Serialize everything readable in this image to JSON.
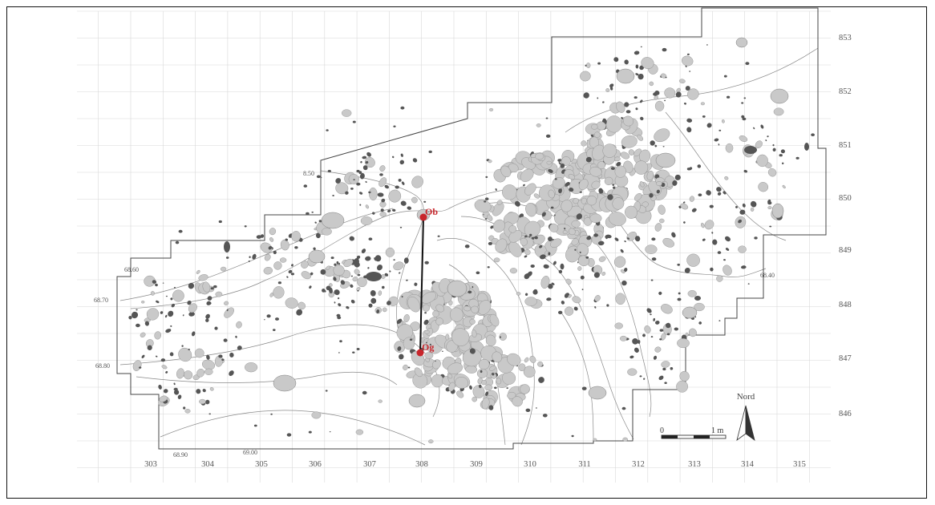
{
  "map": {
    "x_ticks": [
      "303",
      "304",
      "305",
      "306",
      "307",
      "308",
      "309",
      "310",
      "311",
      "312",
      "313",
      "314",
      "315"
    ],
    "y_ticks": [
      "853",
      "852",
      "851",
      "850",
      "849",
      "848",
      "847",
      "846"
    ],
    "contour_labels": [
      "8.50",
      "68.60",
      "68.70",
      "68.80",
      "68.90",
      "69.00",
      "68.40"
    ],
    "markers": [
      {
        "label": "Ob",
        "color": "#c8262c"
      },
      {
        "label": "Og",
        "color": "#c8262c"
      }
    ],
    "scale": {
      "start_label": "0",
      "end_label": "1 m"
    },
    "north_label": "Nord",
    "colors": {
      "stone_light": "#c9c9c9",
      "stone_dark": "#555555",
      "grid": "#d8d8d8",
      "marker": "#c8262c"
    }
  }
}
